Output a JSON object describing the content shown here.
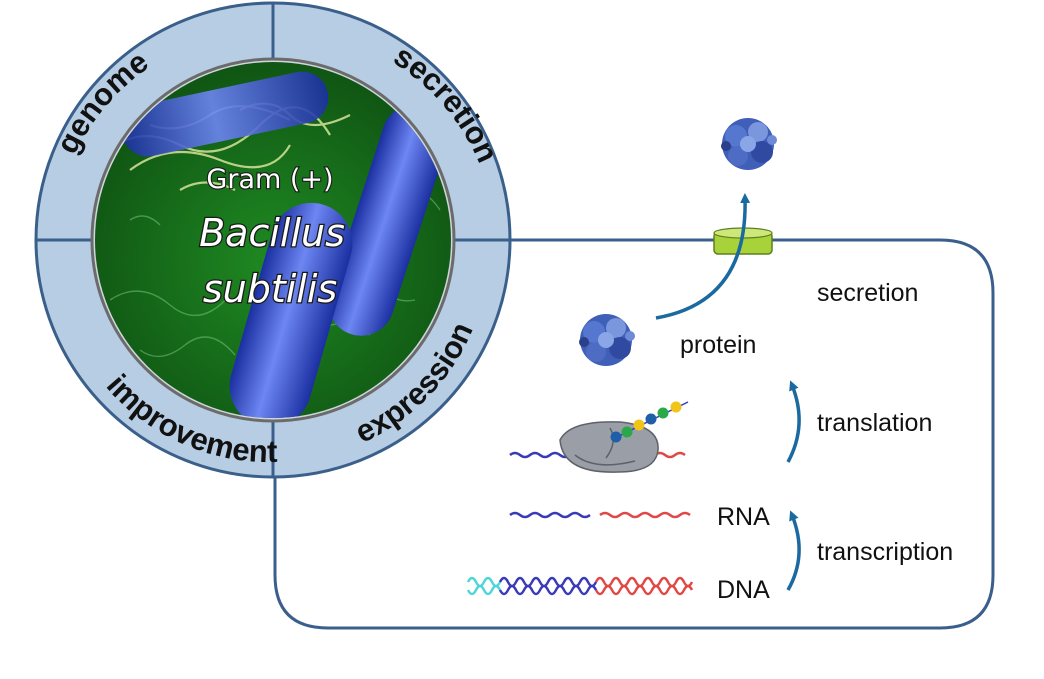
{
  "ring": {
    "top_left": "genome",
    "top_right": "secretion",
    "bottom_left": "improvement",
    "bottom_right": "expression"
  },
  "organism": {
    "gram": "Gram (+)",
    "genus": "Bacillus",
    "species": "subtilis"
  },
  "process": {
    "secretion": "secretion",
    "protein": "protein",
    "translation": "translation",
    "rna": "RNA",
    "transcription": "transcription",
    "dna": "DNA"
  },
  "colors": {
    "ring_fill": "#b7cde4",
    "ring_stroke": "#3a5f8a",
    "cell_stroke": "#3b5f8c",
    "arrow": "#1a6aa0",
    "bacteria_bg": "#1e7a1e",
    "rod": "#3b59d8",
    "pore": "#a8d23a",
    "rna_5prime": "#3a3ab8",
    "rna_3prime": "#e04848",
    "dna_cyan": "#4fd6d6",
    "ribosome": "#9a9ea6"
  },
  "icons": [
    "protein-structure-icon",
    "ribosome-icon",
    "membrane-pore-icon",
    "dna-helix-icon",
    "rna-strand-icon"
  ]
}
